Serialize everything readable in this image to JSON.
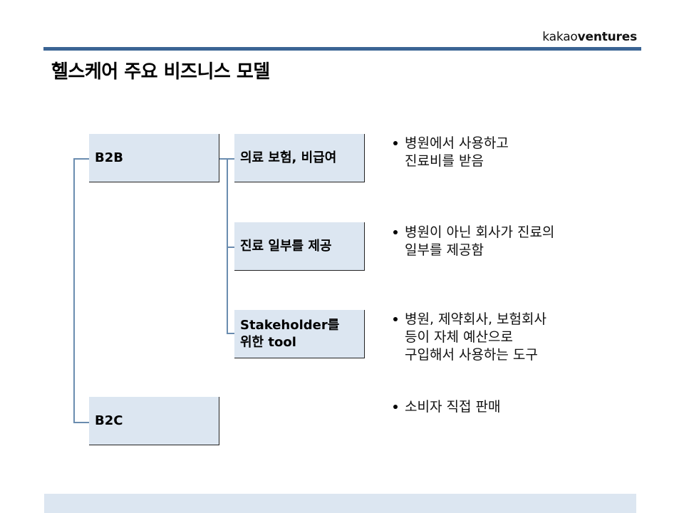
{
  "header": {
    "logo_light": "kakao",
    "logo_bold": "ventures",
    "title": "헬스케어 주요 비즈니스 모델"
  },
  "diagram": {
    "level1": [
      {
        "label": "B2B"
      },
      {
        "label": "B2C"
      }
    ],
    "level2": [
      {
        "label": "의료 보험, 비급여"
      },
      {
        "label": "진료 일부를 제공"
      },
      {
        "label_line1": "Stakeholder를",
        "label_line2": "위한 tool"
      }
    ]
  },
  "bullets": [
    {
      "lines": [
        "병원에서 사용하고",
        "진료비를 받음"
      ]
    },
    {
      "lines": [
        "병원이 아닌 회사가 진료의",
        "일부를 제공함"
      ]
    },
    {
      "lines": [
        "병원, 제약회사, 보험회사",
        "등이 자체 예산으로",
        "구입해서 사용하는 도구"
      ]
    },
    {
      "lines": [
        "소비자 직접 판매"
      ]
    }
  ],
  "colors": {
    "accent_rule": "#3B6494",
    "box_fill": "#DCE6F1",
    "connector": "#6A8CAF"
  }
}
